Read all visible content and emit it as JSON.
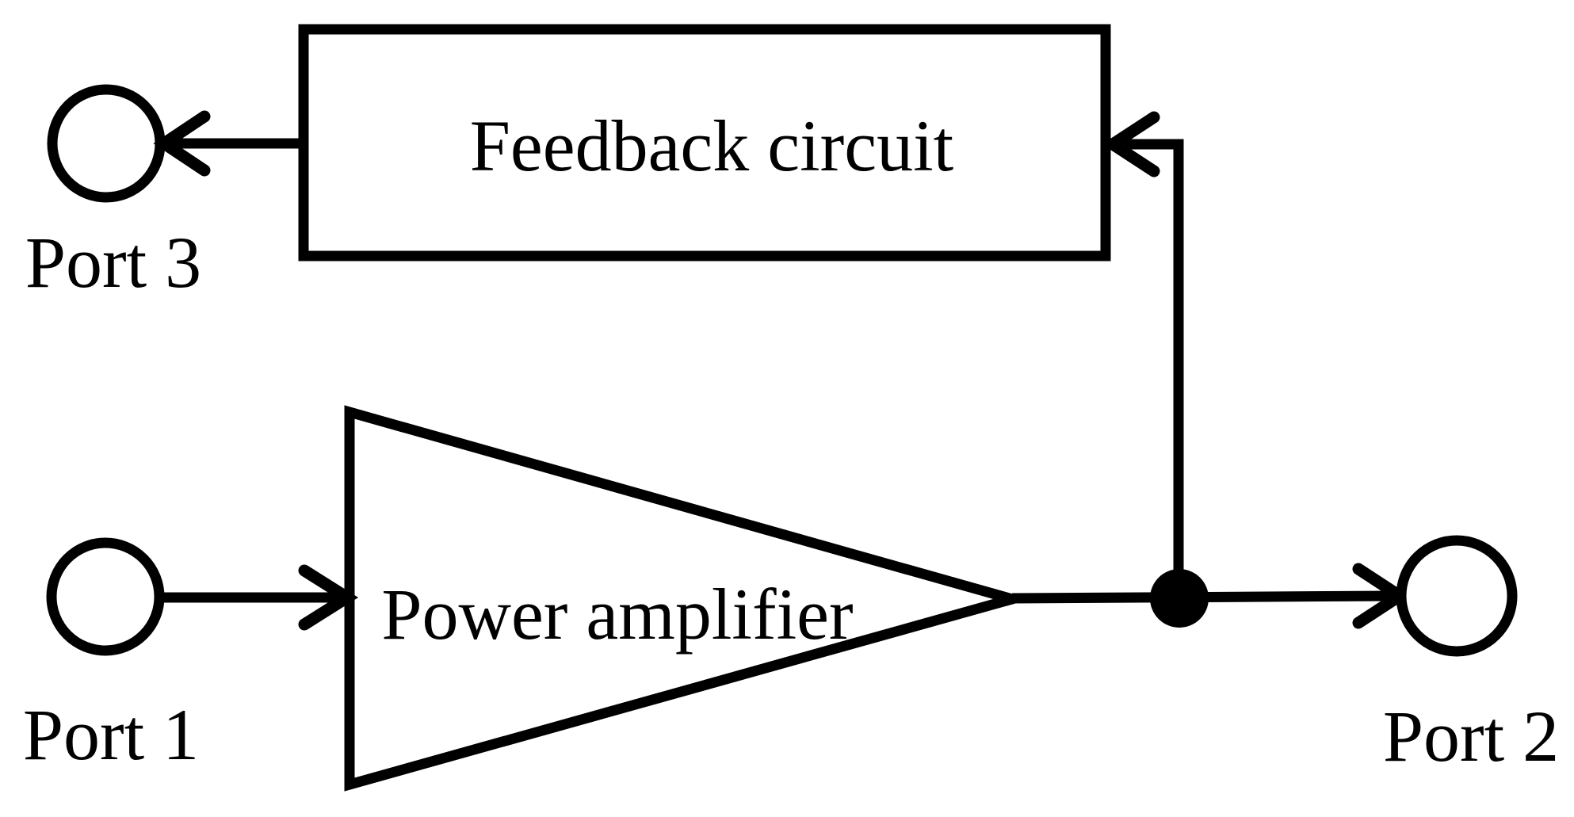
{
  "colors": {
    "ink": "#000000",
    "background": "#ffffff"
  },
  "diagram": {
    "type": "block-diagram",
    "blocks": {
      "feedback_circuit": {
        "label": "Feedback circuit",
        "shape": "rectangle"
      },
      "power_amplifier": {
        "label": "Power amplifier",
        "shape": "triangle"
      }
    },
    "ports": {
      "port1": {
        "label": "Port 1",
        "role": "input"
      },
      "port2": {
        "label": "Port 2",
        "role": "output"
      },
      "port3": {
        "label": "Port 3",
        "role": "feedback-output"
      }
    },
    "connections": [
      {
        "from": "port1",
        "to": "power_amplifier",
        "arrow": "into-amplifier"
      },
      {
        "from": "power_amplifier",
        "to": "port2",
        "arrow": "into-port2",
        "via": "junction-dot"
      },
      {
        "from": "junction-dot",
        "to": "feedback_circuit",
        "arrow": "into-feedback-circuit"
      },
      {
        "from": "feedback_circuit",
        "to": "port3",
        "arrow": "into-port3"
      }
    ]
  }
}
